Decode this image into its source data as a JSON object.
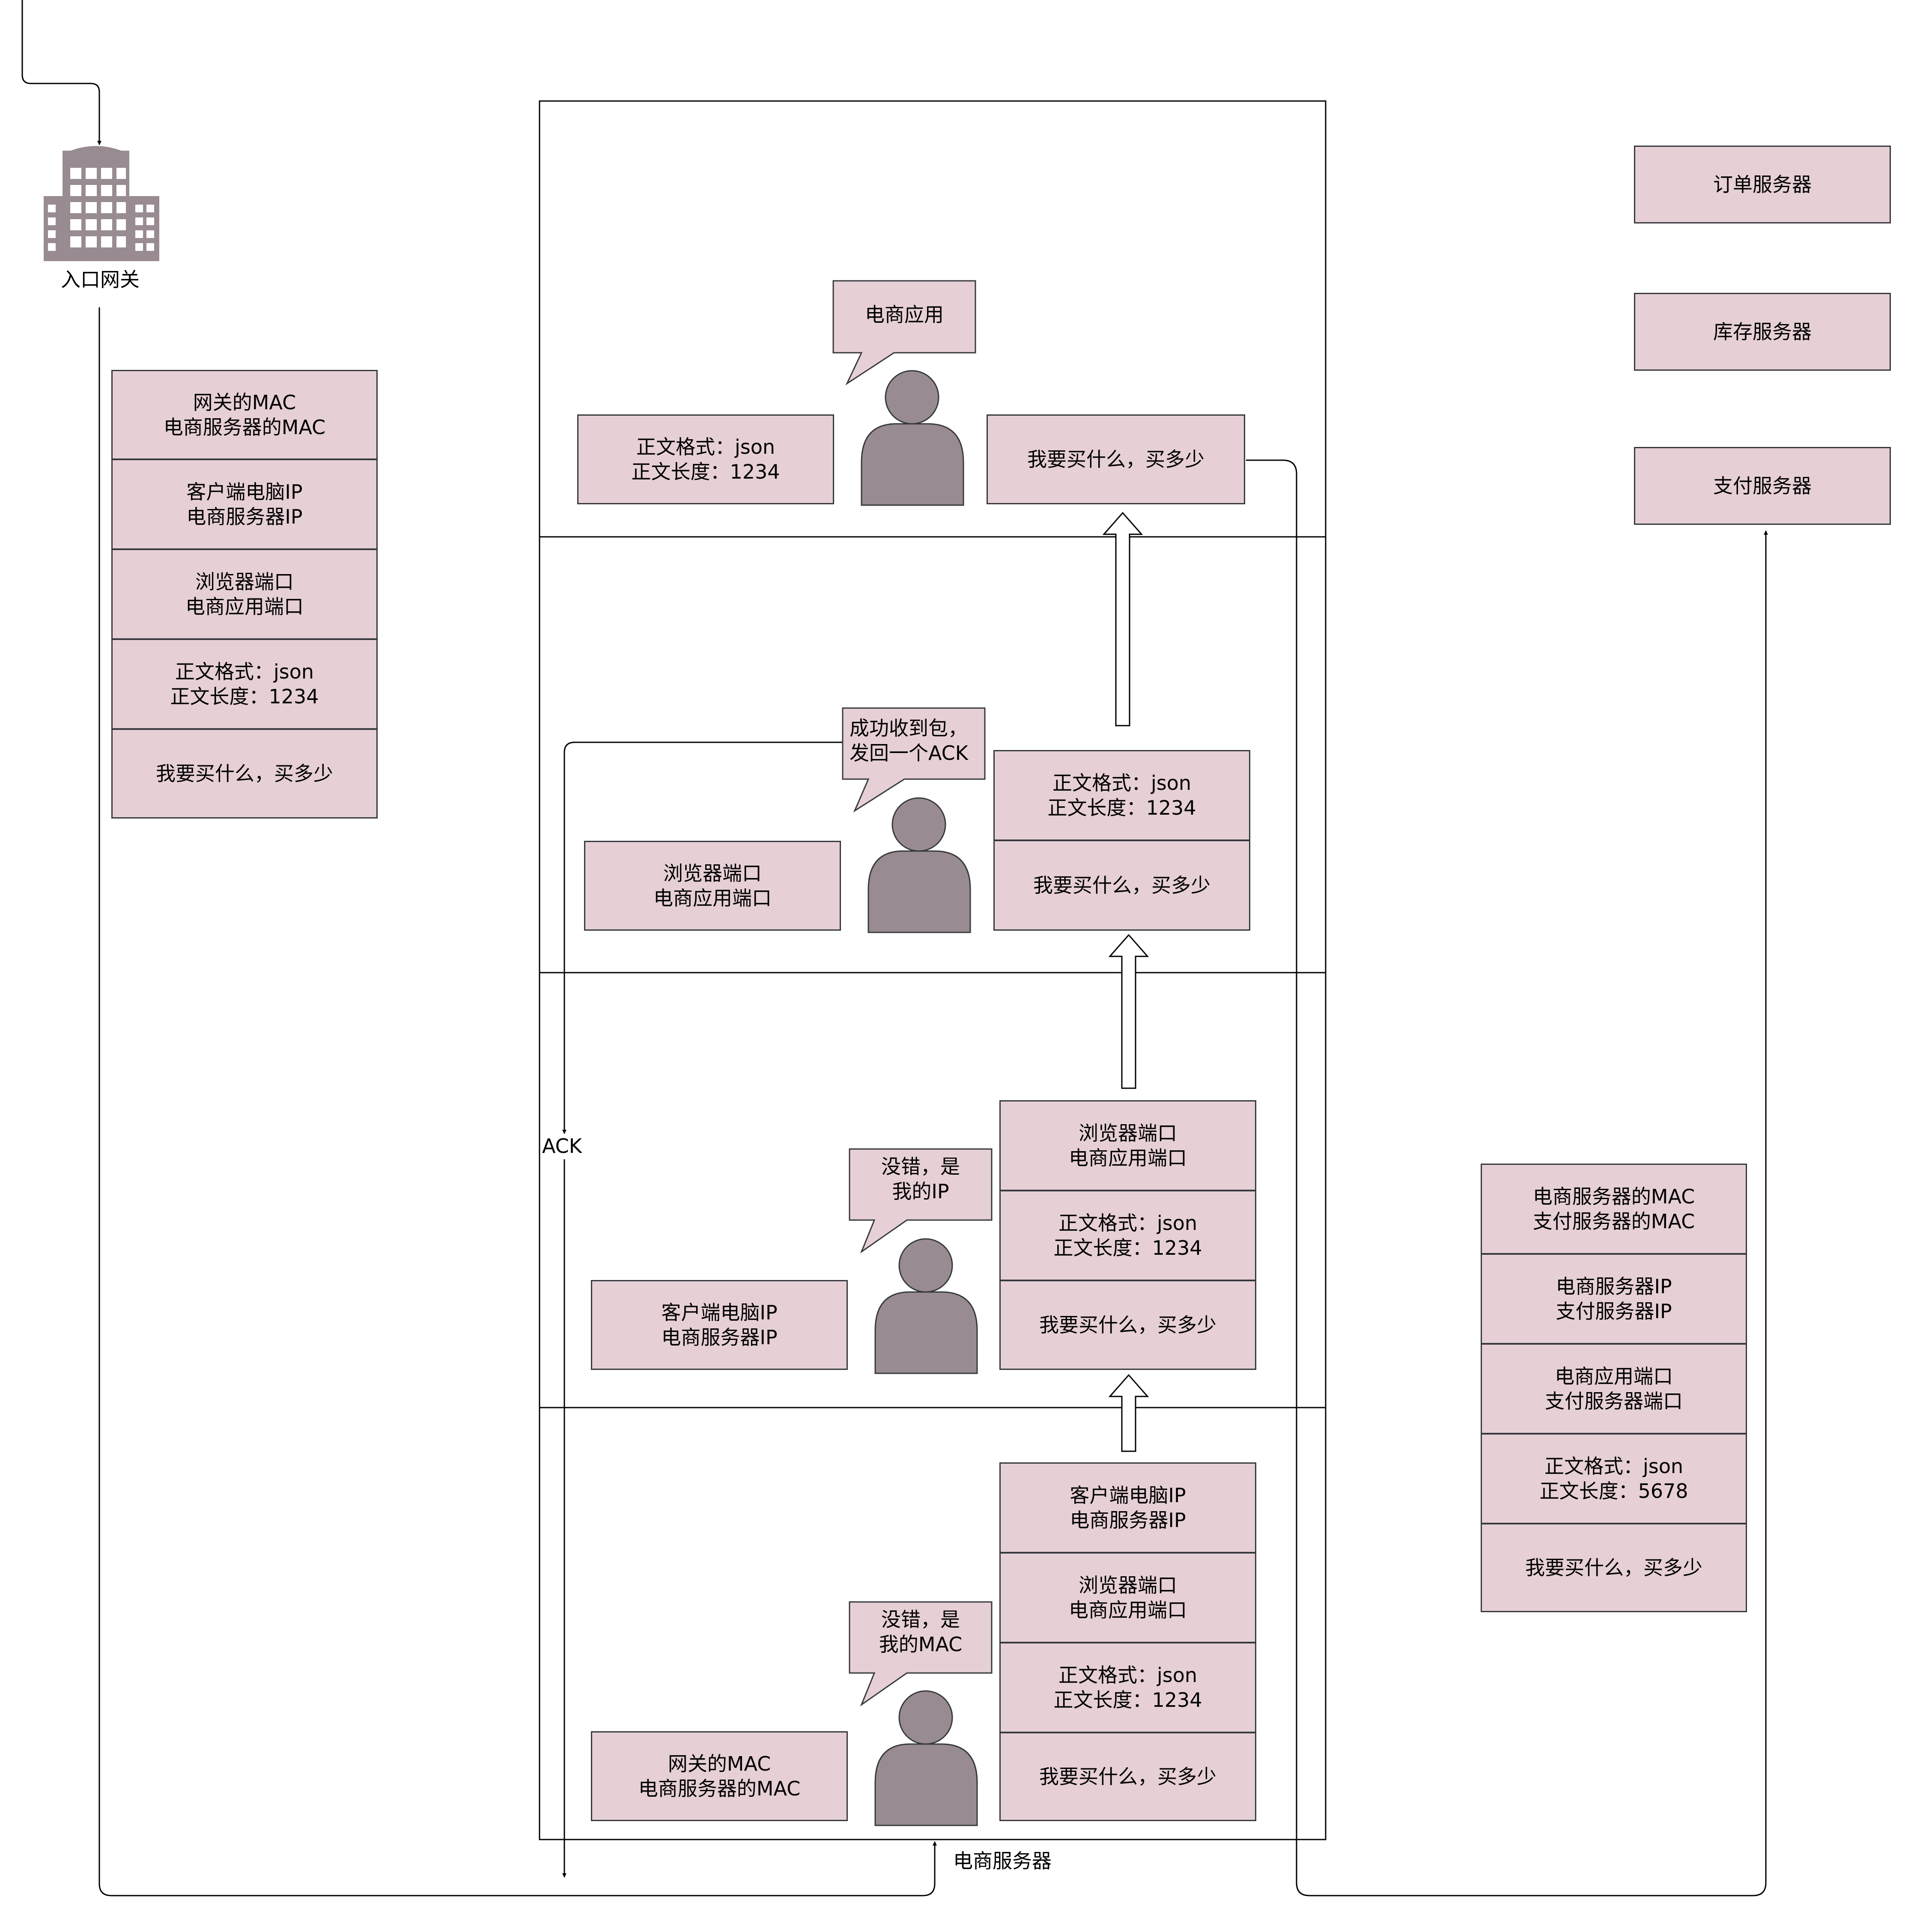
{
  "gateway": {
    "label": "入口网关"
  },
  "client_packet": [
    "网关的MAC\n电商服务器的MAC",
    "客户端电脑IP\n电商服务器IP",
    "浏览器端口\n电商应用端口",
    "正文格式：json\n正文长度：1234",
    "我要买什么，买多少"
  ],
  "server": {
    "label": "电商服务器"
  },
  "layers": {
    "app": {
      "bubble": "电商应用",
      "header": "正文格式：json\n正文长度：1234",
      "body": "我要买什么，买多少"
    },
    "transport": {
      "bubble": "成功收到包，\n发回一个ACK",
      "header": "浏览器端口\n电商应用端口",
      "payload": [
        "正文格式：json\n正文长度：1234",
        "我要买什么，买多少"
      ]
    },
    "network": {
      "bubble": "没错，是\n我的IP",
      "header": "客户端电脑IP\n电商服务器IP",
      "payload": [
        "浏览器端口\n电商应用端口",
        "正文格式：json\n正文长度：1234",
        "我要买什么，买多少"
      ]
    },
    "link": {
      "bubble": "没错，是\n我的MAC",
      "header": "网关的MAC\n电商服务器的MAC",
      "payload": [
        "客户端电脑IP\n电商服务器IP",
        "浏览器端口\n电商应用端口",
        "正文格式：json\n正文长度：1234",
        "我要买什么，买多少"
      ]
    }
  },
  "ack_label": "ACK",
  "servers": [
    "订单服务器",
    "库存服务器",
    "支付服务器"
  ],
  "outgoing_packet": [
    "电商服务器的MAC\n支付服务器的MAC",
    "电商服务器IP\n支付服务器IP",
    "电商应用端口\n支付服务器端口",
    "正文格式：json\n正文长度：5678",
    "我要买什么，买多少"
  ],
  "colors": {
    "box_fill": "#e6d0d5",
    "person_fill": "#998b92",
    "line": "#36393d"
  }
}
